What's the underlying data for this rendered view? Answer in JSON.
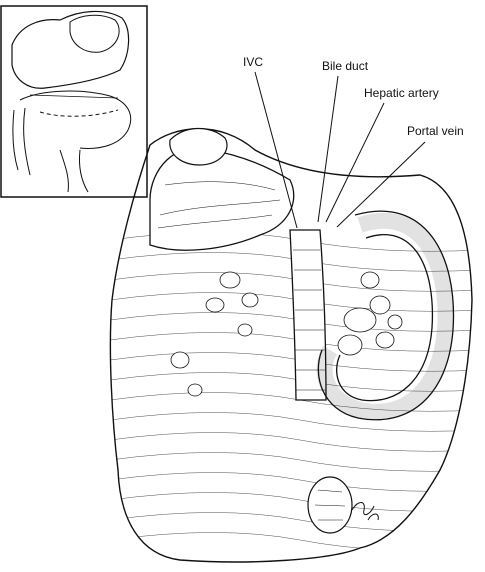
{
  "labels": {
    "ivc": "IVC",
    "bile_duct": "Bile duct",
    "hepatic_artery": "Hepatic artery",
    "portal_vein": "Portal vein"
  },
  "colors": {
    "ink": "#111111",
    "paper": "#ffffff"
  }
}
